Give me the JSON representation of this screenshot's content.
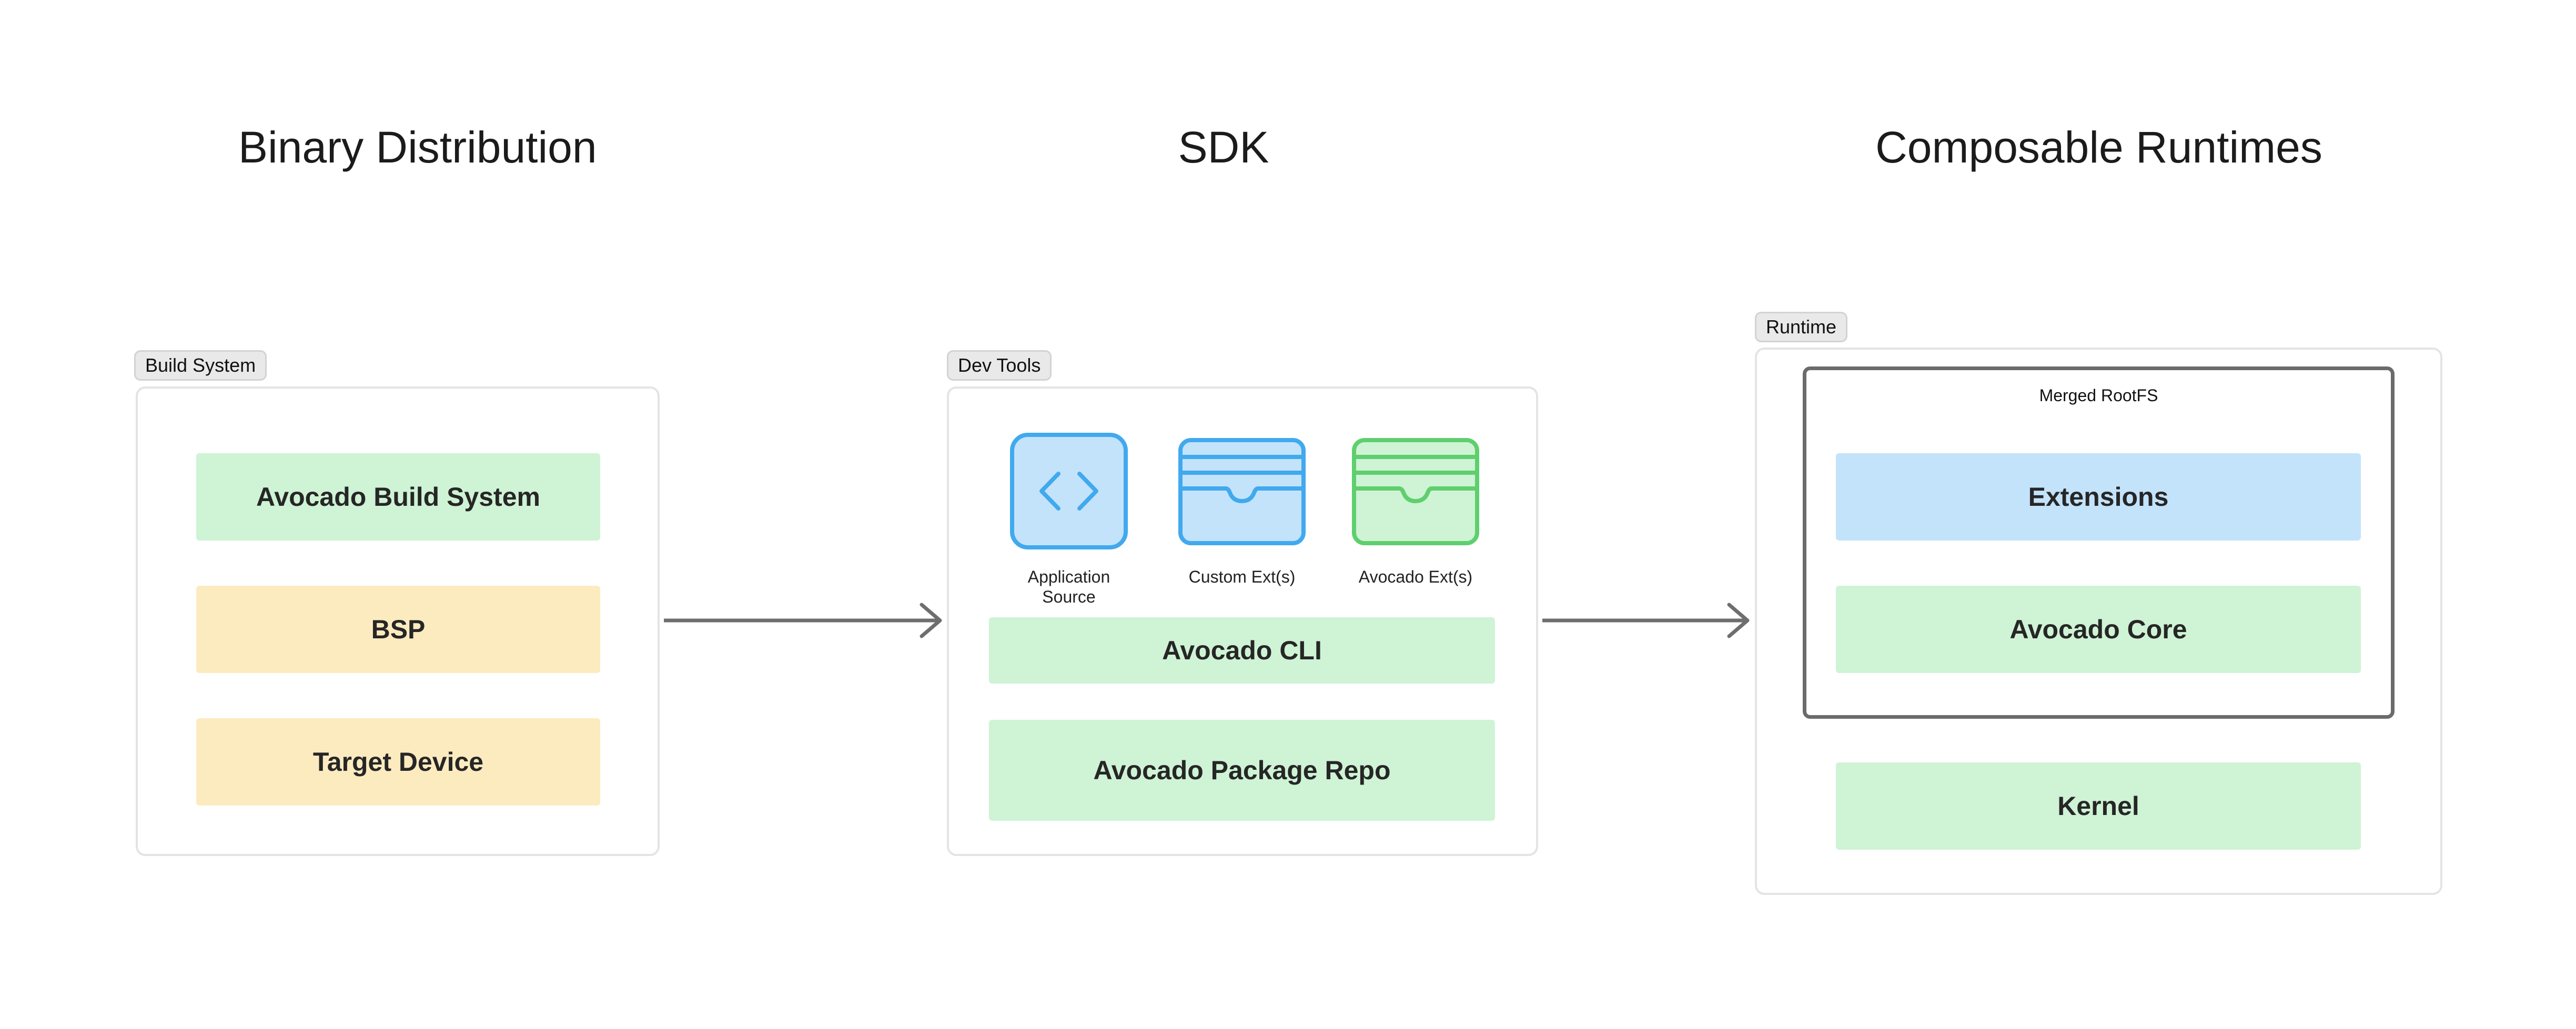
{
  "columns": {
    "binary": {
      "title": "Binary Distribution",
      "tag": "Build System",
      "blocks": [
        "Avocado Build System",
        "BSP",
        "Target Device"
      ]
    },
    "sdk": {
      "title": "SDK",
      "tag": "Dev Tools",
      "icons": [
        {
          "icon": "code-icon",
          "label": "Application Source"
        },
        {
          "icon": "stacked-cards-icon",
          "label": "Custom Ext(s)",
          "color": "#41a9ee"
        },
        {
          "icon": "stacked-cards-icon",
          "label": "Avocado Ext(s)",
          "color": "#5fcf6e"
        }
      ],
      "blocks": [
        "Avocado CLI",
        "Avocado Package Repo"
      ]
    },
    "runtimes": {
      "title": "Composable Runtimes",
      "tag": "Runtime",
      "rootfs_label": "Merged RootFS",
      "blocks": [
        "Extensions",
        "Avocado Core",
        "Kernel"
      ]
    }
  },
  "colors": {
    "green_block": "#cff3d5",
    "yellow_block": "#fdebc0",
    "blue_block": "#c3e3fb",
    "arrow": "#6e6e6e"
  }
}
